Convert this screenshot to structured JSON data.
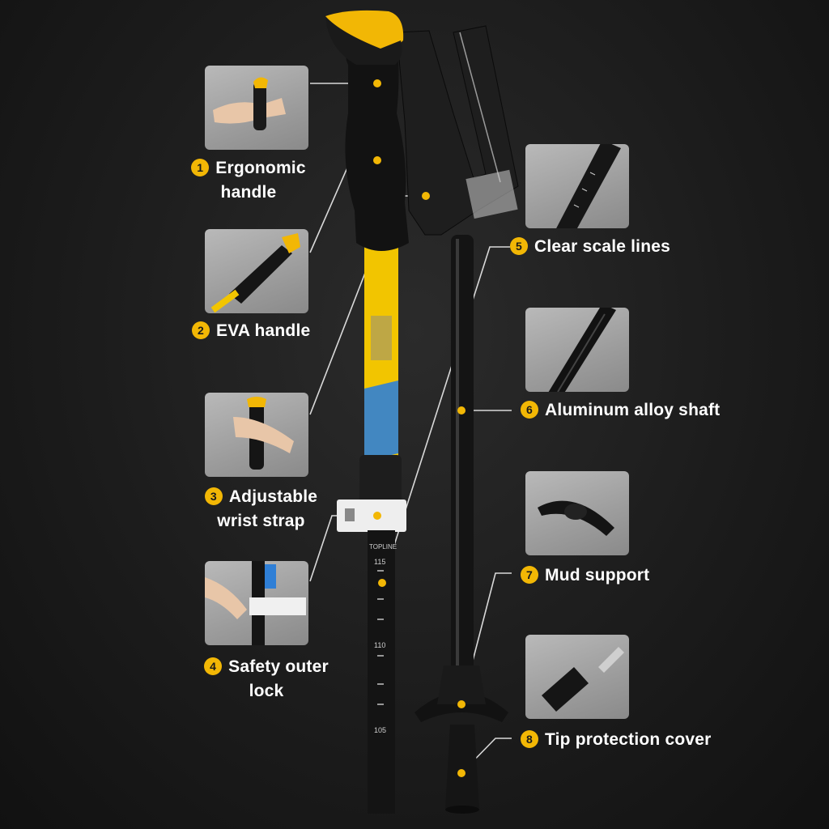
{
  "colors": {
    "accent": "#f2b705",
    "background": "#1c1c1c",
    "thumbnail": "#a3a3a3",
    "shaft_yellow": "#f2c500",
    "shaft_blue": "#2f7fd6"
  },
  "features": [
    {
      "number": "1",
      "line1": "Ergonomic",
      "line2": "handle"
    },
    {
      "number": "2",
      "line1": "EVA handle",
      "line2": ""
    },
    {
      "number": "3",
      "line1": "Adjustable",
      "line2": "wrist strap"
    },
    {
      "number": "4",
      "line1": "Safety outer",
      "line2": "lock"
    },
    {
      "number": "5",
      "line1": "Clear scale lines",
      "line2": ""
    },
    {
      "number": "6",
      "line1": "Aluminum alloy shaft",
      "line2": ""
    },
    {
      "number": "7",
      "line1": "Mud support",
      "line2": ""
    },
    {
      "number": "8",
      "line1": "Tip protection cover",
      "line2": ""
    }
  ],
  "scale_marks": [
    "TOPLINE",
    "115",
    "110",
    "105"
  ],
  "thumbnail_icons": [
    "hand-holding-handle-image",
    "eva-foam-handle-image",
    "hand-through-strap-image",
    "lock-adjustment-image",
    "scale-lines-closeup-image",
    "shaft-closeup-image",
    "mud-basket-image",
    "rubber-tip-image"
  ]
}
